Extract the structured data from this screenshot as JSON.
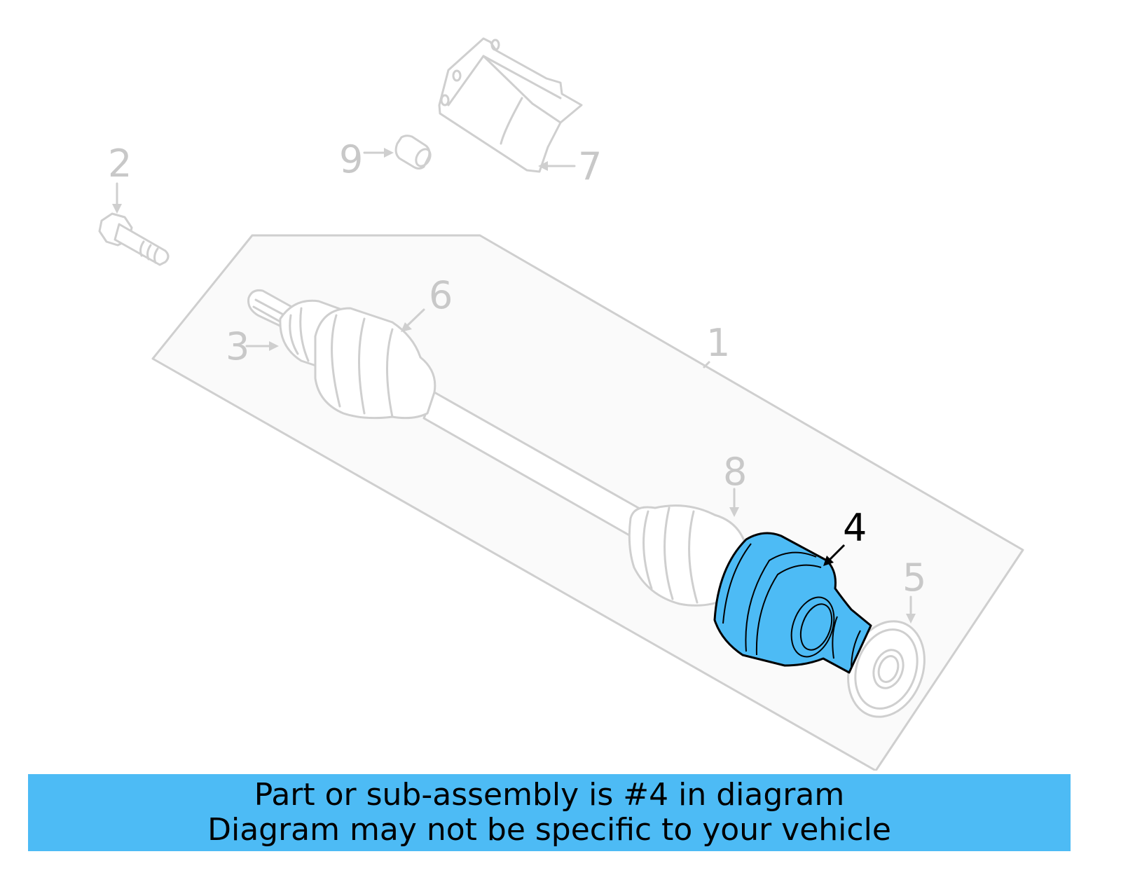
{
  "diagram": {
    "title": "Axle shaft assembly exploded diagram",
    "highlighted_part": "4",
    "highlight_color": "#4dbbf5",
    "outline_color": "#cfcfcf",
    "callouts": [
      {
        "number": "1",
        "part": "axle-assembly-frame"
      },
      {
        "number": "2",
        "part": "bolt"
      },
      {
        "number": "3",
        "part": "inner-cv-joint"
      },
      {
        "number": "4",
        "part": "outer-cv-joint",
        "highlighted": true
      },
      {
        "number": "5",
        "part": "dust-shield-seal"
      },
      {
        "number": "6",
        "part": "inner-boot"
      },
      {
        "number": "7",
        "part": "outer-boot"
      },
      {
        "number": "8",
        "part": "heat-shield"
      },
      {
        "number": "9",
        "part": "plug"
      }
    ]
  },
  "banner": {
    "line1": "Part or sub-assembly is #4 in diagram",
    "line2": "Diagram may not be specific to your vehicle",
    "background": "#4dbbf5"
  }
}
